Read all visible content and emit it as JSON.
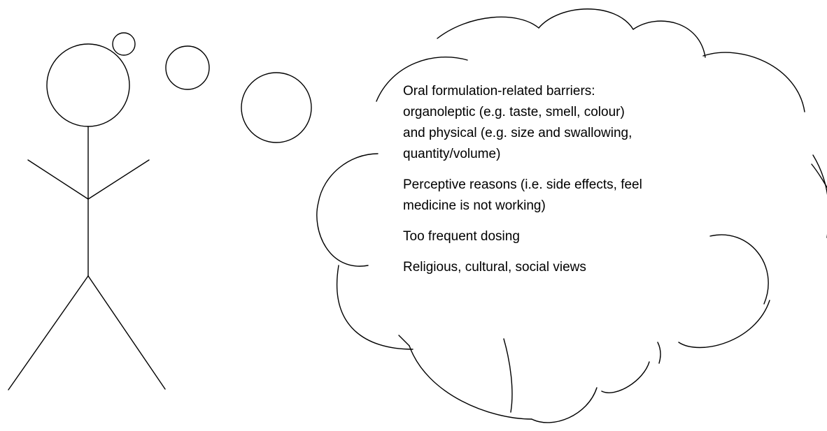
{
  "thought_cloud": {
    "items": [
      {
        "text": "Oral formulation-related barriers:\norganoleptic (e.g. taste, smell, colour)\nand physical (e.g. size and swallowing,\nquantity/volume)"
      },
      {
        "text": "Perceptive reasons (i.e. side effects, feel\nmedicine is not working)"
      },
      {
        "text": "Too frequent dosing"
      },
      {
        "text": "Religious, cultural, social views"
      }
    ]
  },
  "colors": {
    "stroke": "#000000",
    "background": "#ffffff"
  }
}
